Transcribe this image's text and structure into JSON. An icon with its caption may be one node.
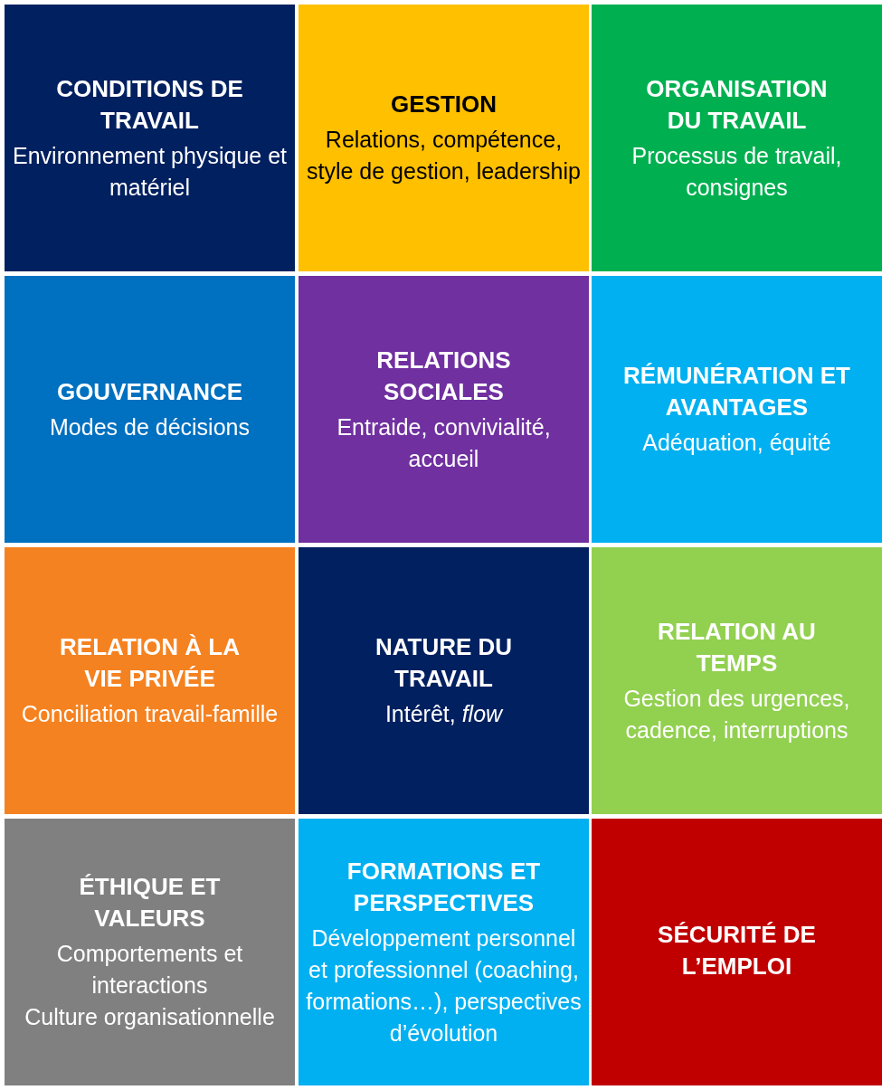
{
  "diagram": {
    "nodes": [
      {
        "text": [
          "CONDITIONS DE TRAVAIL",
          "Environnement physique et matériel"
        ]
      },
      {
        "text": [
          "GESTION",
          "Relations, compétence, style de gestion, leadership"
        ]
      },
      {
        "text": [
          "ORGANISATION DU TRAVAIL",
          "Processus de travail, consignes"
        ]
      },
      {
        "text": [
          "GOUVERNANCE",
          "Modes de décisions"
        ]
      },
      {
        "text": [
          "RELATIONS SOCIALES",
          "Entraide, convivialité, accueil"
        ]
      },
      {
        "text": [
          "RÉMUNÉRATION ET AVANTAGES",
          "Adéquation, équité"
        ]
      },
      {
        "text": [
          "RELATION À LA VIE PRIVÉE",
          "Conciliation travail-famille"
        ]
      },
      {
        "text": [
          "NATURE DU TRAVAIL",
          "Intérêt, *flow*"
        ]
      },
      {
        "text": [
          "RELATION AU TEMPS",
          "Gestion des urgences, cadence, interruptions"
        ]
      },
      {
        "text": [
          "ÉTHIQUE ET VALEURS",
          "Comportements et interactions",
          "Culture organisationnelle"
        ]
      },
      {
        "text": [
          "FORMATIONS ET PERSPECTIVES",
          "Développement personnel et professionnel (coaching, formations…), perspectives d’évolution"
        ]
      },
      {
        "text": [
          "SÉCURITÉ DE L’EMPLOI"
        ]
      }
    ]
  }
}
